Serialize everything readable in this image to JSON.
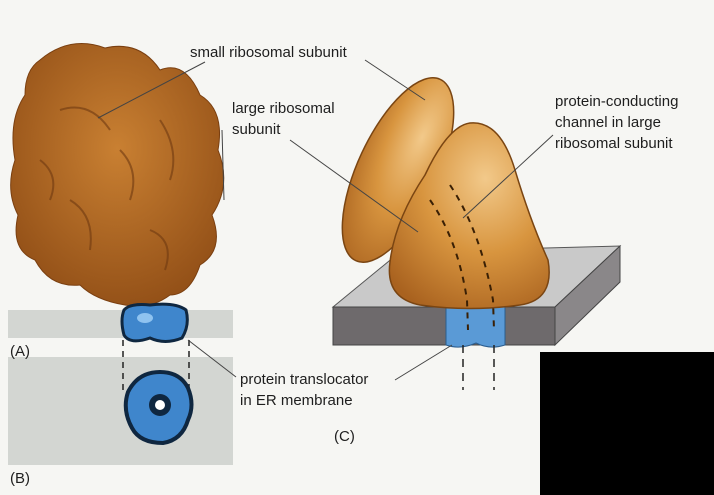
{
  "labels": {
    "small_subunit": "small ribosomal subunit",
    "large_subunit": [
      "large ribosomal",
      "subunit"
    ],
    "channel": [
      "protein-conducting",
      "channel in large",
      "ribosomal subunit"
    ],
    "translocator": [
      "protein translocator",
      "in ER membrane"
    ]
  },
  "panels": {
    "a": "(A)",
    "b": "(B)",
    "c": "(C)"
  },
  "colors": {
    "ribosome": "#b8681f",
    "ribosome_c": "#d49440",
    "translocator": "#4f95d6",
    "membrane": "#d3d6d2",
    "slab_front": "#6e6a6c",
    "slab_top": "#c9c9c9"
  }
}
